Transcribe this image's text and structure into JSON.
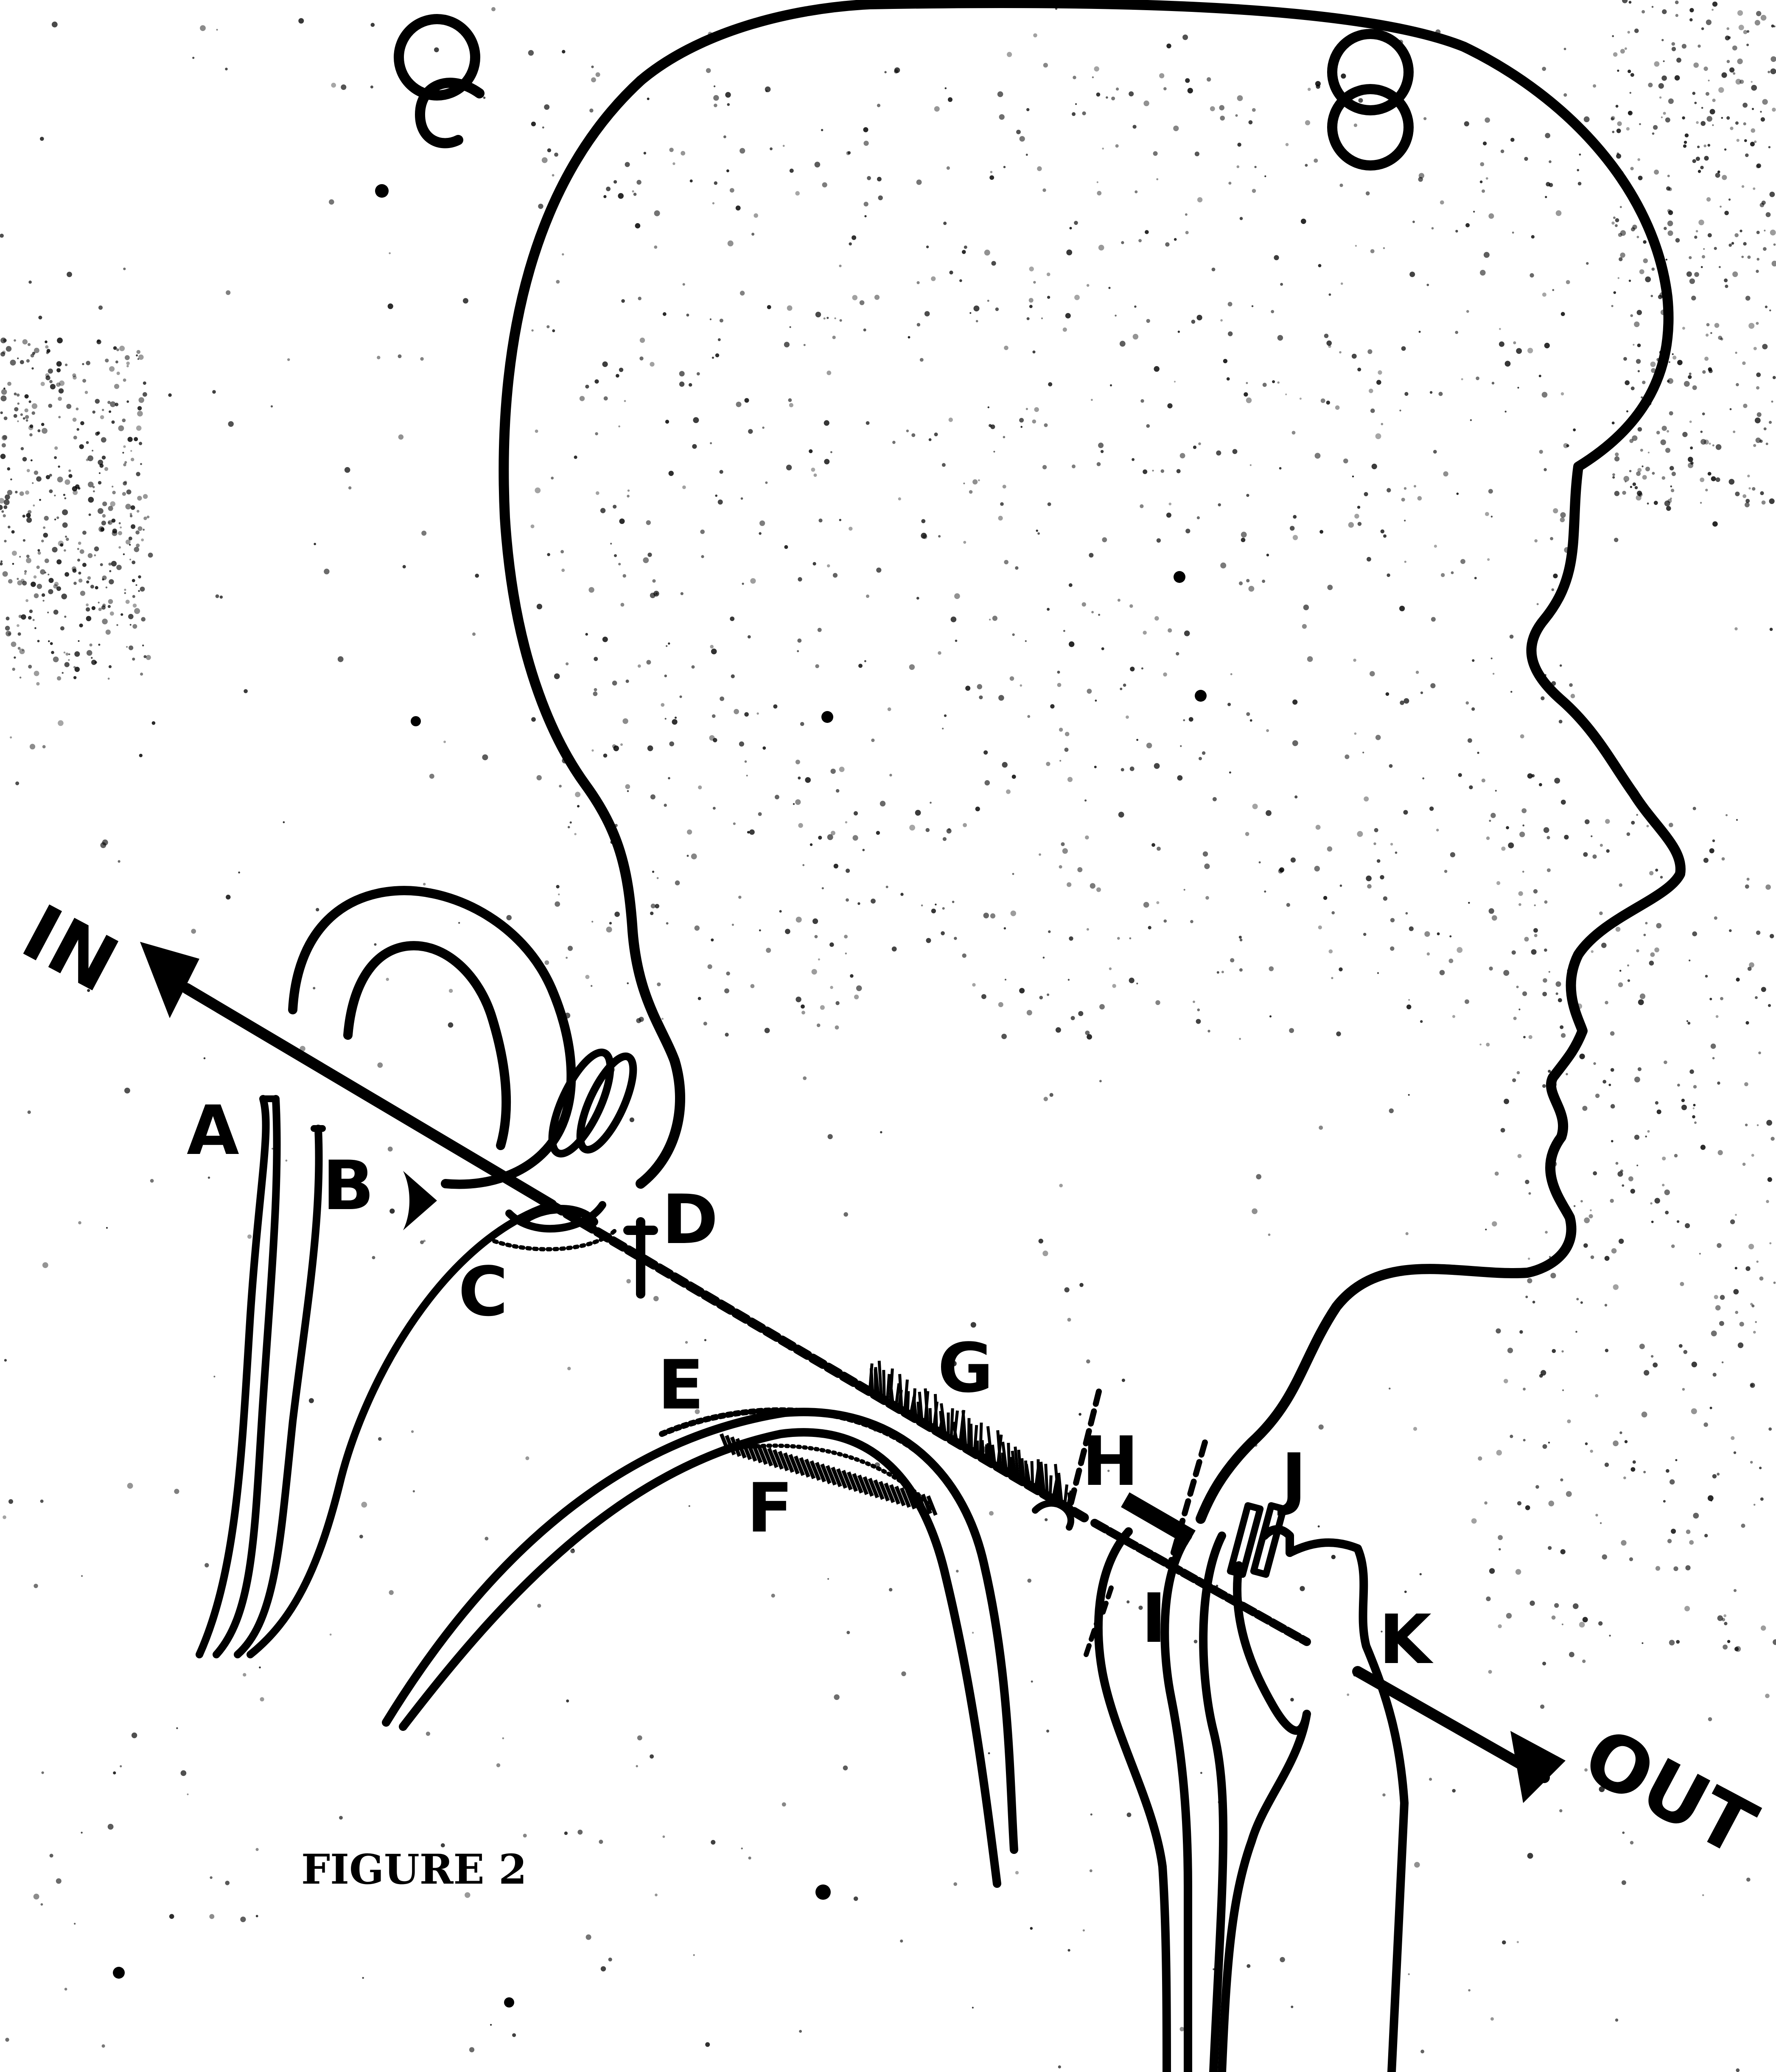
{
  "diagram": {
    "direction_in": "IN",
    "direction_out": "OUT",
    "labels": {
      "a": "A",
      "b": "B",
      "c": "C",
      "d": "D",
      "e": "E",
      "f": "F",
      "g": "G",
      "h": "H",
      "i": "I",
      "j": "J",
      "k": "K"
    },
    "caption": "FIGURE 2"
  }
}
